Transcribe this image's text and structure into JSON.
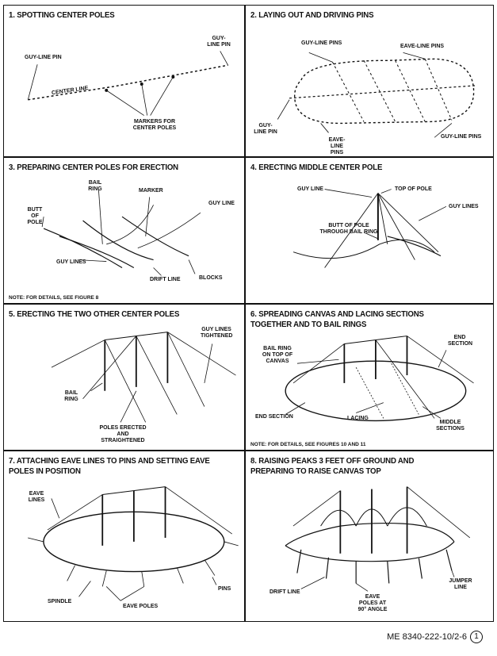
{
  "panels": [
    {
      "title": "1.  SPOTTING CENTER POLES",
      "labels": {
        "guy_line_pin_left": "GUY-LINE PIN",
        "guy_line_pin_right": "GUY-LINE PIN",
        "center_line": "CENTER LINE",
        "markers": "MARKERS FOR CENTER POLES"
      }
    },
    {
      "title": "2.  LAYING OUT AND DRIVING PINS",
      "labels": {
        "guy_line_pins_top": "GUY-LINE PINS",
        "eave_line_pins_top": "EAVE-LINE PINS",
        "guy_line_pin_left": "GUY-LINE PIN",
        "eave_line_pins_bottom": "EAVE-LINE PINS",
        "guy_line_pins_right": "GUY-LINE PINS"
      }
    },
    {
      "title": "3.  PREPARING CENTER POLES FOR ERECTION",
      "labels": {
        "bail_ring": "BAIL RING",
        "marker": "MARKER",
        "guy_line": "GUY LINE",
        "butt_of_pole": "BUTT OF POLE",
        "guy_lines": "GUY LINES",
        "drift_line": "DRIFT LINE",
        "blocks": "BLOCKS"
      },
      "note": "NOTE:  FOR DETAILS, SEE FIGURE 8"
    },
    {
      "title": "4.  ERECTING MIDDLE CENTER POLE",
      "labels": {
        "guy_line": "GUY LINE",
        "top_of_pole": "TOP OF POLE",
        "guy_lines": "GUY LINES",
        "butt_of_pole": "BUTT OF POLE THROUGH BAIL RING"
      }
    },
    {
      "title": "5.  ERECTING THE TWO OTHER CENTER POLES",
      "labels": {
        "guy_lines_tightened": "GUY LINES TIGHTENED",
        "bail_ring": "BAIL RING",
        "poles_erected": "POLES ERECTED AND STRAIGHTENED"
      }
    },
    {
      "title": "6.  SPREADING CANVAS AND LACING SECTIONS TOGETHER AND TO BAIL RINGS",
      "labels": {
        "bail_ring_on_top": "BAIL RING ON TOP OF CANVAS",
        "end_section_right": "END SECTION",
        "end_section_left": "END SECTION",
        "lacing": "LACING",
        "middle_sections": "MIDDLE SECTIONS"
      },
      "note": "NOTE:  FOR DETAILS, SEE FIGURES 10 AND 11"
    },
    {
      "title": "7.  ATTACHING EAVE LINES TO PINS AND SETTING EAVE POLES IN POSITION",
      "labels": {
        "eave_lines": "EAVE LINES",
        "pins": "PINS",
        "spindle": "SPINDLE",
        "eave_poles": "EAVE POLES"
      }
    },
    {
      "title": "8.  RAISING PEAKS 3 FEET OFF GROUND AND PREPARING  TO RAISE CANVAS TOP",
      "labels": {
        "drift_line": "DRIFT LINE",
        "eave_poles": "EAVE POLES AT 90° ANGLE",
        "jumper_line": "JUMPER LINE"
      }
    }
  ],
  "figure_id": "ME 8340-222-10/2-6",
  "figure_circle": "1"
}
